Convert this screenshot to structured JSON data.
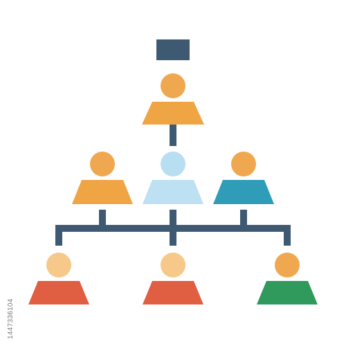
{
  "diagram": {
    "type": "org-chart",
    "colors": {
      "connector": "#3e5a73",
      "top_box": "#3e5a73",
      "orange": "#f0a545",
      "orange_head": "#f0a850",
      "light_blue": "#bde0f2",
      "light_blue_head": "#b8def2",
      "teal": "#2f9cb8",
      "red_orange": "#e05f42",
      "peach_head": "#f6c88a",
      "green": "#2f9a5c"
    },
    "nodes": [
      {
        "id": "leader",
        "level": 0,
        "body_color": "orange",
        "head_color": "orange_head"
      },
      {
        "id": "middle-left",
        "level": 1,
        "body_color": "orange",
        "head_color": "orange_head"
      },
      {
        "id": "middle-center",
        "level": 1,
        "body_color": "light_blue",
        "head_color": "light_blue_head"
      },
      {
        "id": "middle-right",
        "level": 1,
        "body_color": "teal",
        "head_color": "orange_head"
      },
      {
        "id": "bottom-left",
        "level": 2,
        "body_color": "red_orange",
        "head_color": "peach_head"
      },
      {
        "id": "bottom-center",
        "level": 2,
        "body_color": "red_orange",
        "head_color": "peach_head"
      },
      {
        "id": "bottom-right",
        "level": 2,
        "body_color": "green",
        "head_color": "orange_head"
      }
    ]
  },
  "watermark": {
    "stock_id": "1447336104"
  }
}
